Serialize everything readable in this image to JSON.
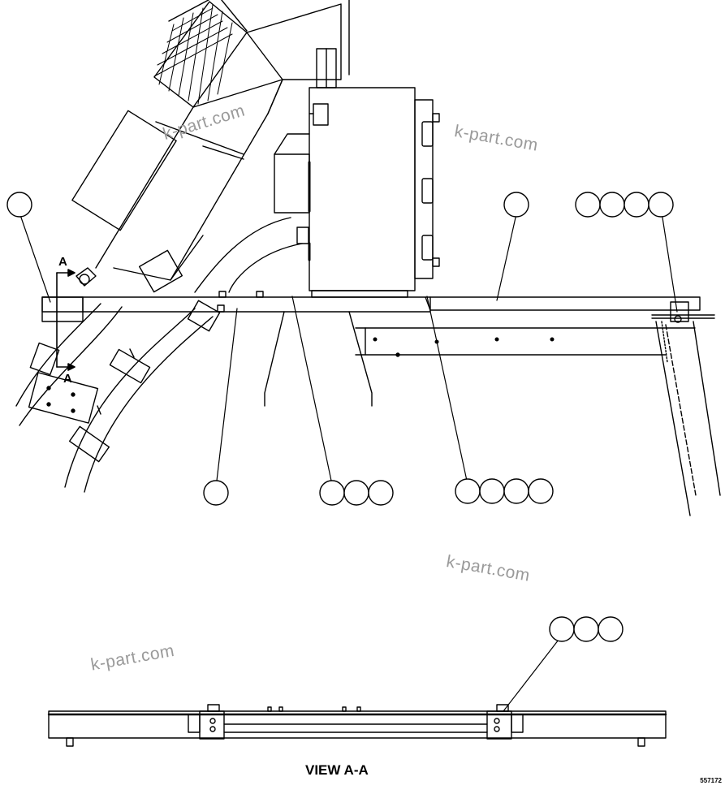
{
  "watermarks": [
    "k-part.com",
    "k-part.com",
    "k-part.com",
    "k-part.com"
  ],
  "section_marks": {
    "top": "A",
    "bottom": "A"
  },
  "view_label": "VIEW A-A",
  "document_number": "557172",
  "callouts": {
    "top_left": 1,
    "mid_right_single": 1,
    "top_right_row": 4,
    "bottom_left_single": 1,
    "bottom_row_three": 3,
    "bottom_row_four": 4,
    "view_row_three": 3
  }
}
